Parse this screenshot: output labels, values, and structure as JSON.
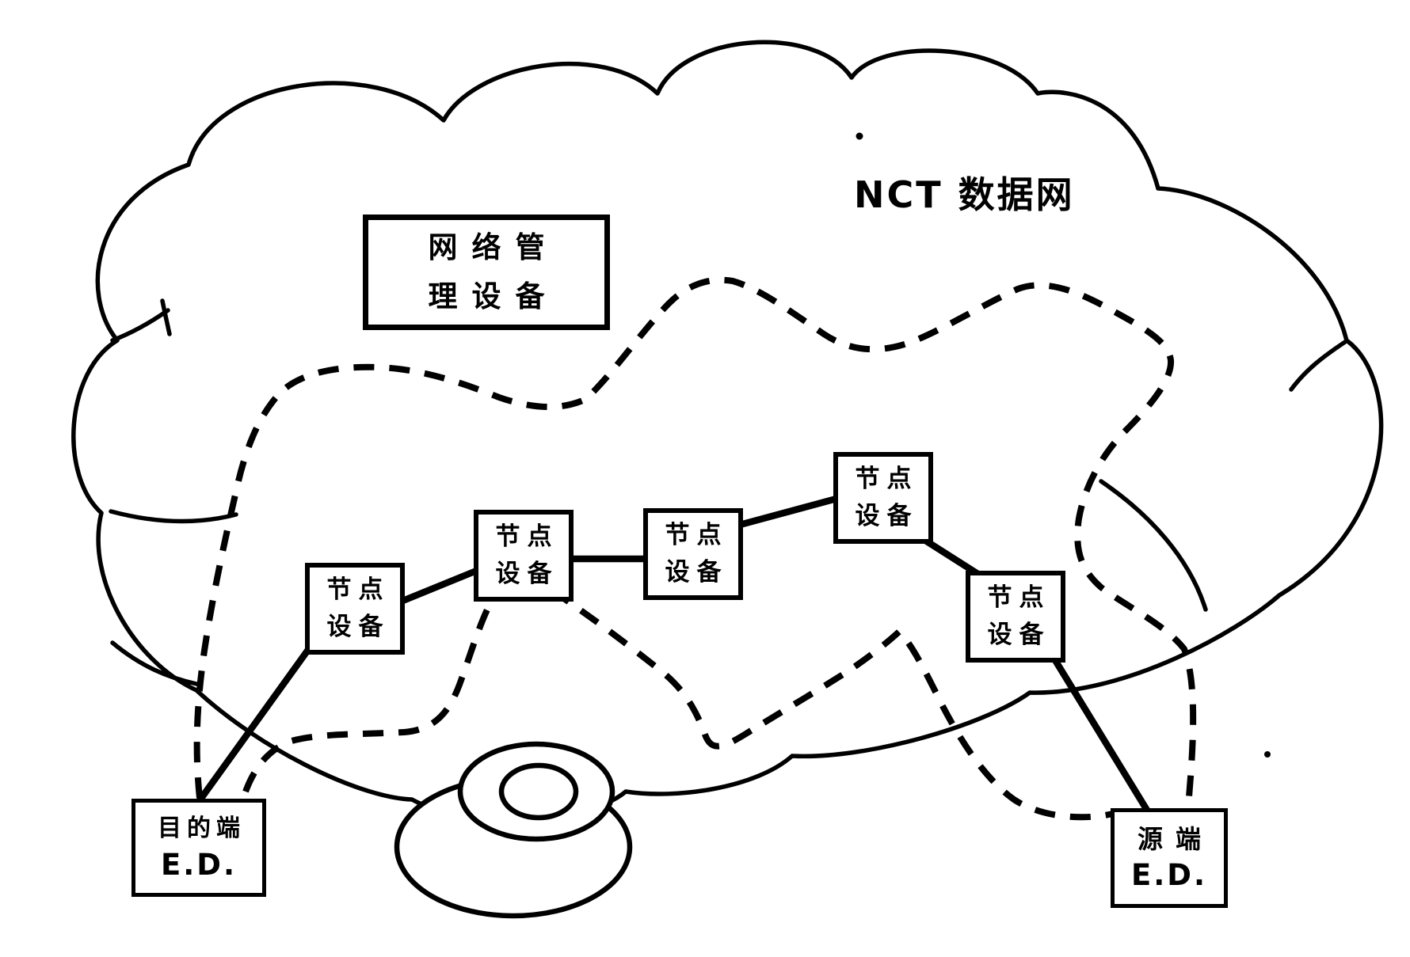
{
  "diagram": {
    "title": "NCT 数据网",
    "management_box": {
      "line1": "网络管",
      "line2": "理设备"
    },
    "nodes": [
      {
        "line1": "节点",
        "line2": "设备"
      },
      {
        "line1": "节点",
        "line2": "设备"
      },
      {
        "line1": "节点",
        "line2": "设备"
      },
      {
        "line1": "节点",
        "line2": "设备"
      },
      {
        "line1": "节点",
        "line2": "设备"
      }
    ],
    "destination": {
      "line1": "目的端",
      "line2": "E.D."
    },
    "source": {
      "line1": "源端",
      "line2": "E.D."
    },
    "colors": {
      "ink": "#000000",
      "paper": "#ffffff"
    }
  }
}
